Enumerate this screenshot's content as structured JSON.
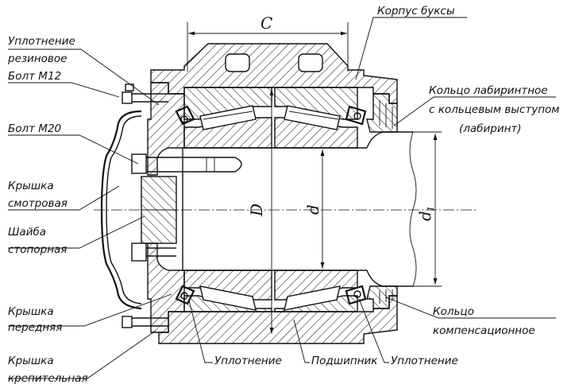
{
  "labels": {
    "korpus": "Корпус буксы",
    "uplotnenie_rezinovoe_1": "Уплотнение",
    "uplotnenie_rezinovoe_2": "резиновое",
    "bolt_m12": "Болт М12",
    "koltso_lab_1": "Кольцо лабиринтное",
    "koltso_lab_2": "с кольцевым выступом",
    "koltso_lab_3": "(лабиринт)",
    "bolt_m20": "Болт М20",
    "kryshka_smotr_1": "Крышка",
    "kryshka_smotr_2": "смотровая",
    "shaiba_1": "Шайба",
    "shaiba_2": "стопорная",
    "kryshka_pered_1": "Крышка",
    "kryshka_pered_2": "передняя",
    "koltso_komp_1": "Кольцо",
    "koltso_komp_2": "компенсационное",
    "uplotnenie_bottom_left": "Уплотнение",
    "podshipnik": "Подшипник",
    "uplotnenie_bottom_right": "Уплотнение",
    "kryshka_krep_1": "Крышка",
    "kryshka_krep_2": "крепительная"
  },
  "dimensions": {
    "C": "C",
    "D": "D",
    "d": "d",
    "d1": "d",
    "d1_sub": "1"
  }
}
